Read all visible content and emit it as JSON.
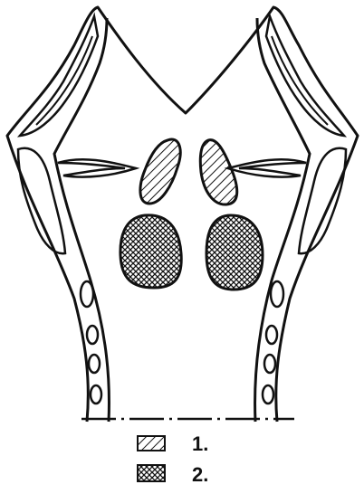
{
  "legend": [
    {
      "pattern": "diagonal-hatch",
      "label": "1."
    },
    {
      "pattern": "cross-hatch",
      "label": "2."
    }
  ],
  "colors": {
    "ink": "#111111",
    "paper": "#ffffff"
  }
}
